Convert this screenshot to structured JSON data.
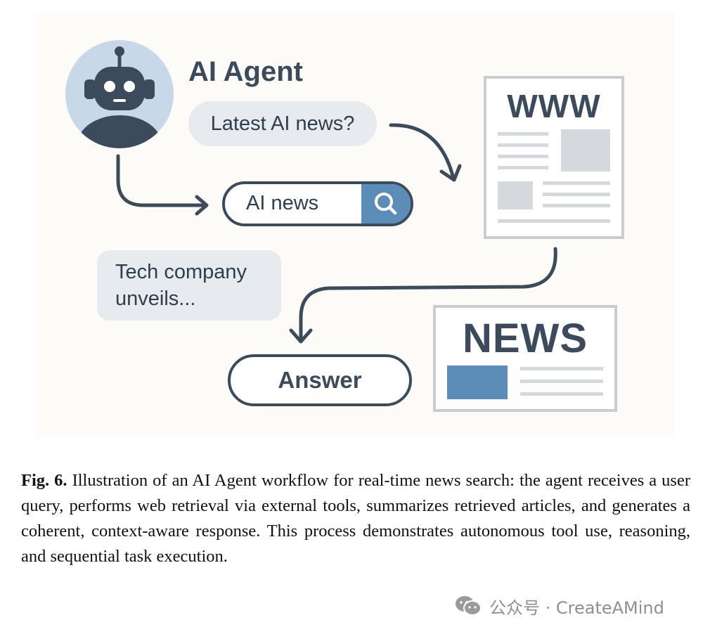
{
  "diagram": {
    "title": "AI Agent",
    "query_bubble": "Latest AI news?",
    "search_text": "AI news",
    "web_label": "WWW",
    "summary_line1": "Tech company",
    "summary_line2": "unveils...",
    "news_label": "NEWS",
    "answer_label": "Answer",
    "icons": [
      "robot-avatar-icon",
      "search-icon",
      "webpage-icon",
      "newspaper-icon",
      "arrow-icon"
    ],
    "colors": {
      "navy": "#3b4b5c",
      "blue": "#5b8db8",
      "avatar_bg": "#c7d8e9",
      "bubble_bg": "#e7ebef"
    }
  },
  "caption": {
    "label": "Fig. 6.",
    "text": "Illustration of an AI Agent workflow for real-time news search: the agent receives a user query, performs web retrieval via external tools, summarizes retrieved articles, and generates a coherent, context-aware response. This process demonstrates autonomous tool use, reasoning, and sequential task execution."
  },
  "watermark": {
    "text": "公众号 · CreateAMind"
  }
}
